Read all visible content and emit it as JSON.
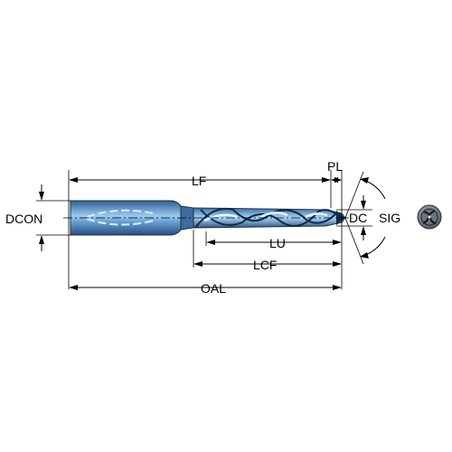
{
  "labels": {
    "lf": "LF",
    "pl": "PL",
    "dcon": "DCON",
    "dc": "DC",
    "sig": "SIG",
    "lu": "LU",
    "lcf": "LCF",
    "oal": "OAL"
  },
  "colors": {
    "shank": "#4a86c8",
    "shank_highlight": "#9ccbee",
    "flute": "#7ab6e6",
    "flute_dark": "#1f3f66",
    "outline": "#1e2f44",
    "dimension": "#000000"
  },
  "icons": {
    "end_view": "drill-end-view-icon"
  }
}
